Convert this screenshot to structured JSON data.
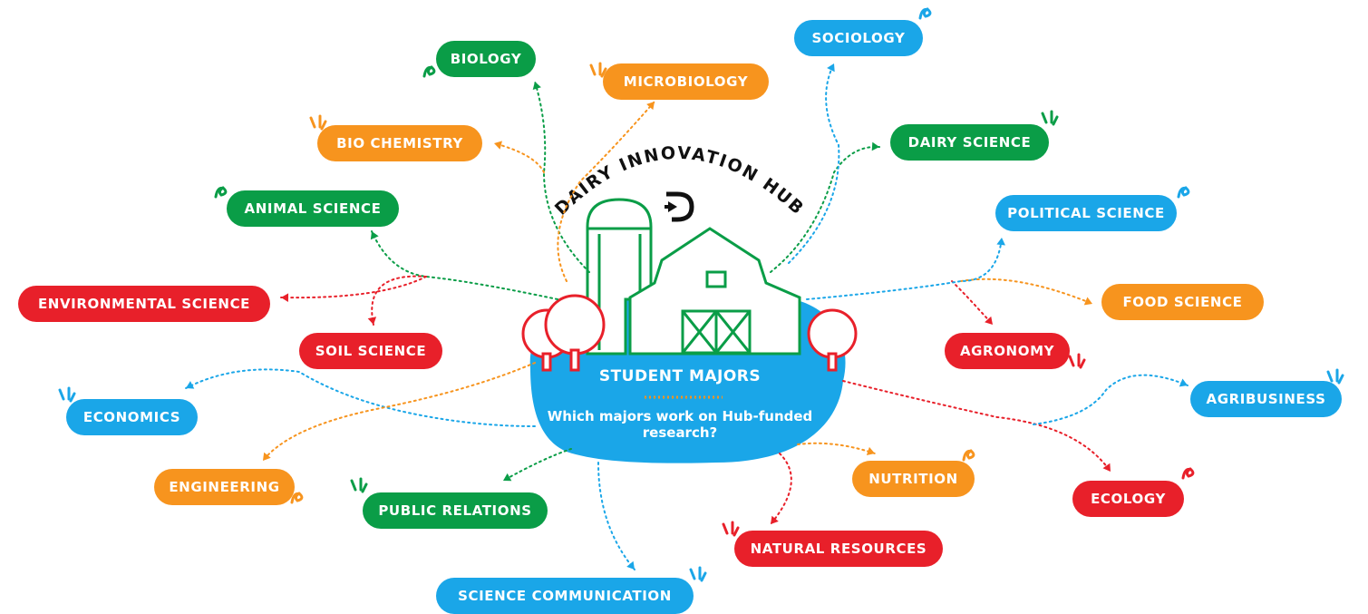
{
  "hub": {
    "name": "DAIRY INNOVATION HUB",
    "title": "STUDENT MAJORS",
    "question": "Which majors work on Hub-funded research?"
  },
  "colors": {
    "green": "#0a9d47",
    "orange": "#f7941e",
    "blue": "#1aa6e8",
    "red": "#e8202a"
  },
  "majors": [
    {
      "label": "BIOLOGY",
      "color": "green"
    },
    {
      "label": "MICROBIOLOGY",
      "color": "orange"
    },
    {
      "label": "BIO CHEMISTRY",
      "color": "orange"
    },
    {
      "label": "ANIMAL SCIENCE",
      "color": "green"
    },
    {
      "label": "ENVIRONMENTAL SCIENCE",
      "color": "red"
    },
    {
      "label": "SOIL SCIENCE",
      "color": "red"
    },
    {
      "label": "ECONOMICS",
      "color": "blue"
    },
    {
      "label": "ENGINEERING",
      "color": "orange"
    },
    {
      "label": "PUBLIC RELATIONS",
      "color": "green"
    },
    {
      "label": "SCIENCE COMMUNICATION",
      "color": "blue"
    },
    {
      "label": "NATURAL RESOURCES",
      "color": "red"
    },
    {
      "label": "NUTRITION",
      "color": "orange"
    },
    {
      "label": "ECOLOGY",
      "color": "red"
    },
    {
      "label": "AGRIBUSINESS",
      "color": "blue"
    },
    {
      "label": "AGRONOMY",
      "color": "red"
    },
    {
      "label": "FOOD SCIENCE",
      "color": "orange"
    },
    {
      "label": "POLITICAL SCIENCE",
      "color": "blue"
    },
    {
      "label": "DAIRY SCIENCE",
      "color": "green"
    },
    {
      "label": "SOCIOLOGY",
      "color": "blue"
    }
  ]
}
